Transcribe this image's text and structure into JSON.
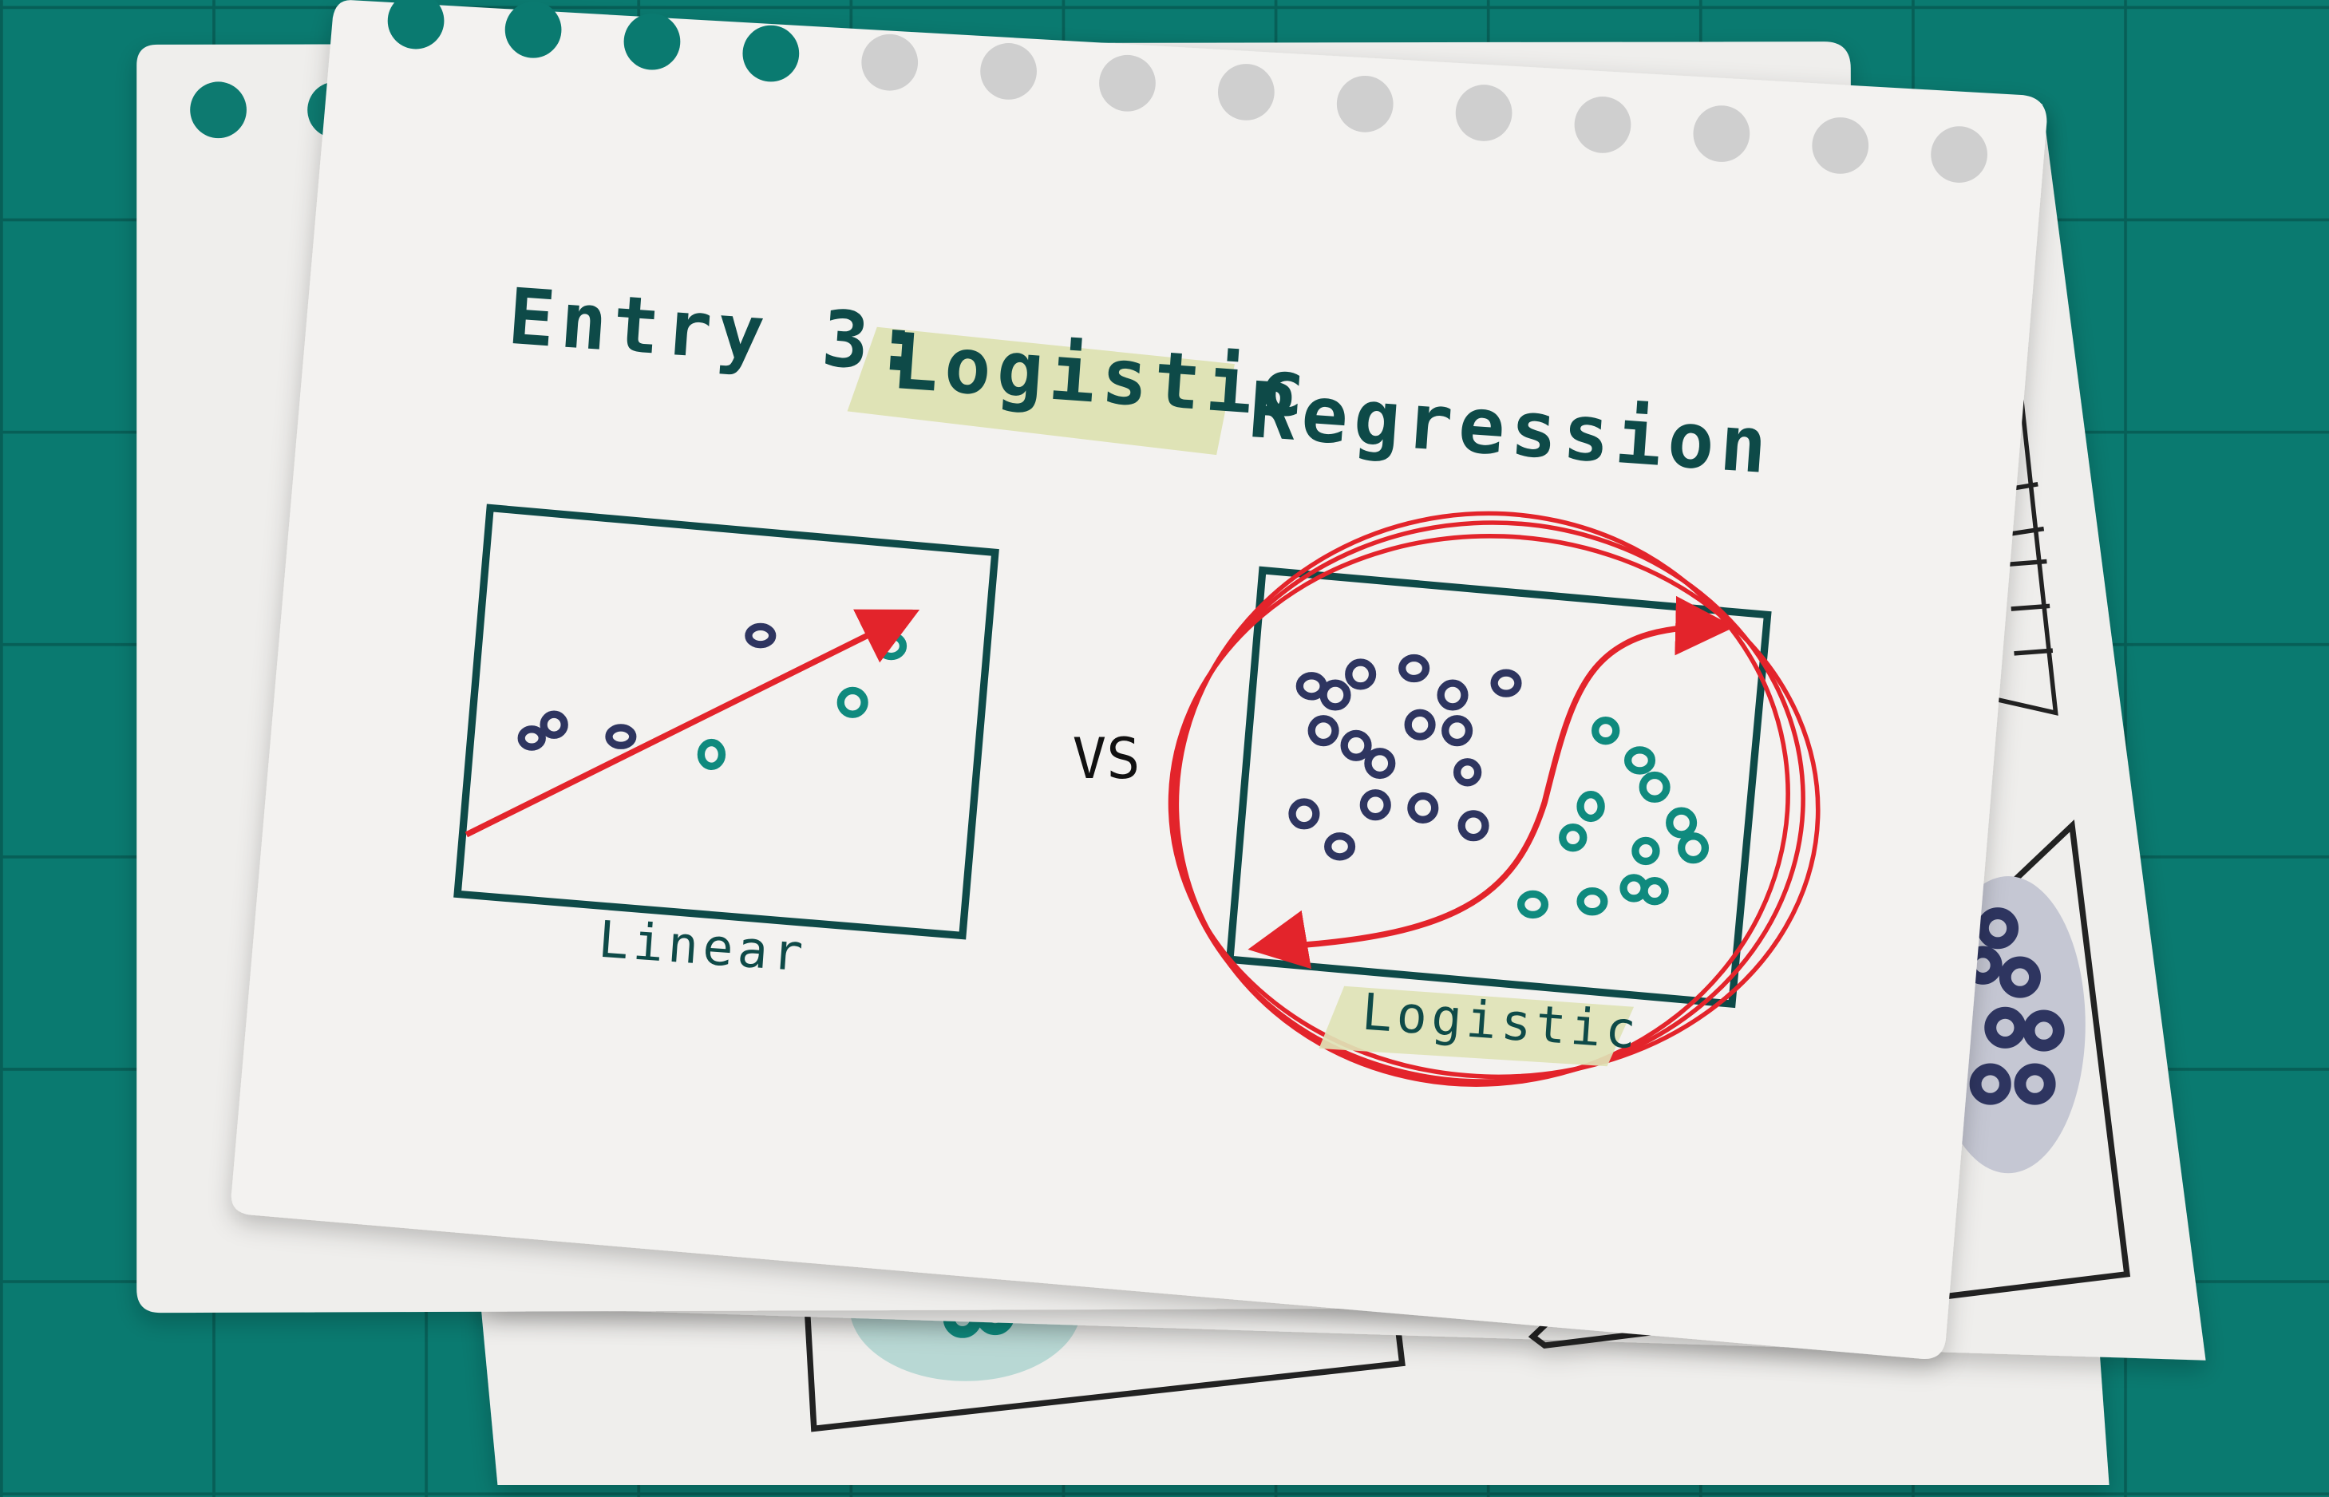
{
  "title": {
    "prefix": "Entry 3:",
    "highlight": "Logistic",
    "suffix": "Regression"
  },
  "vs_label": "VS",
  "linear_panel": {
    "label": "Linear"
  },
  "logistic_panel": {
    "label": "Logistic"
  },
  "colors": {
    "background": "#0a7a70",
    "grid": "#075f57",
    "paper": "#f2f1ef",
    "ink": "#0e4a48",
    "navy_points": "#2e3560",
    "teal_points": "#0f8a7e",
    "red_marker": "#e3242b",
    "highlight": "#dfe3b6"
  },
  "icons": {
    "binder_holes": "hole-icon",
    "trend_arrow": "arrow-icon",
    "decision_curve": "curve-arrow-icon",
    "circle_mark": "circle-annotation-icon"
  }
}
